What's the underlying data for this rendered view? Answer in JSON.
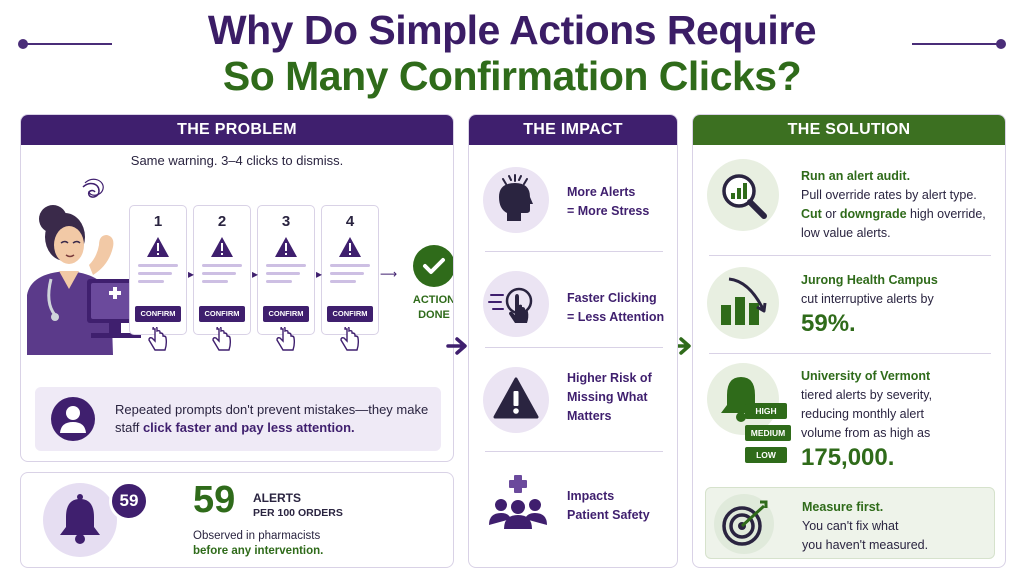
{
  "title": {
    "line1": "Why Do Simple Actions Require",
    "line2": "So Many Confirmation Clicks?"
  },
  "problem": {
    "header": "THE PROBLEM",
    "subtitle": "Same warning. 3–4 clicks to dismiss.",
    "steps": [
      {
        "number": "1",
        "button": "CONFIRM"
      },
      {
        "number": "2",
        "button": "CONFIRM"
      },
      {
        "number": "3",
        "button": "CONFIRM"
      },
      {
        "number": "4",
        "button": "CONFIRM"
      }
    ],
    "done_line1": "ACTION",
    "done_line2": "DONE",
    "callout_plain": "Repeated prompts don't prevent mistakes—they make staff ",
    "callout_bold": "click faster and pay less attention."
  },
  "stats": {
    "badge": "59",
    "big_number": "59",
    "label": "ALERTS",
    "sublabel": "PER 100 ORDERS",
    "observed": "Observed in pharmacists",
    "observed_bold": "before any intervention."
  },
  "impact": {
    "header": "THE IMPACT",
    "items": [
      {
        "line1": "More Alerts",
        "line2": "= More Stress",
        "line3": "",
        "icon": "head-stress-icon"
      },
      {
        "line1": "Faster Clicking",
        "line2": "= Less Attention",
        "line3": "",
        "icon": "fast-click-icon"
      },
      {
        "line1": "Higher Risk of",
        "line2": "Missing What",
        "line3": "Matters",
        "icon": "warning-icon"
      },
      {
        "line1": "Impacts",
        "line2": "Patient Safety",
        "line3": "",
        "icon": "patients-icon"
      }
    ]
  },
  "solution": {
    "header": "THE SOLUTION",
    "audit": {
      "title": "Run an alert audit.",
      "line1": "Pull override rates by alert type.",
      "cut": "Cut",
      "or": " or ",
      "downgrade": "downgrade",
      "line2_rest": " high override,",
      "line3": "low value alerts."
    },
    "jurong": {
      "line1": "Jurong Health Campus",
      "line2": "cut interruptive alerts by",
      "value": "59%."
    },
    "vermont": {
      "line1": "University of Vermont",
      "line2": "tiered alerts by severity,",
      "line3": "reducing monthly alert",
      "line4": "volume from as high as",
      "value": "175,000.",
      "levels": [
        "HIGH",
        "MEDIUM",
        "LOW"
      ]
    },
    "measure": {
      "title": "Measure first.",
      "line1": "You can't fix what",
      "line2": "you haven't measured."
    }
  },
  "colors": {
    "purple": "#3f1f6e",
    "green": "#2f6b1a",
    "lavender": "#ebe4f3"
  }
}
